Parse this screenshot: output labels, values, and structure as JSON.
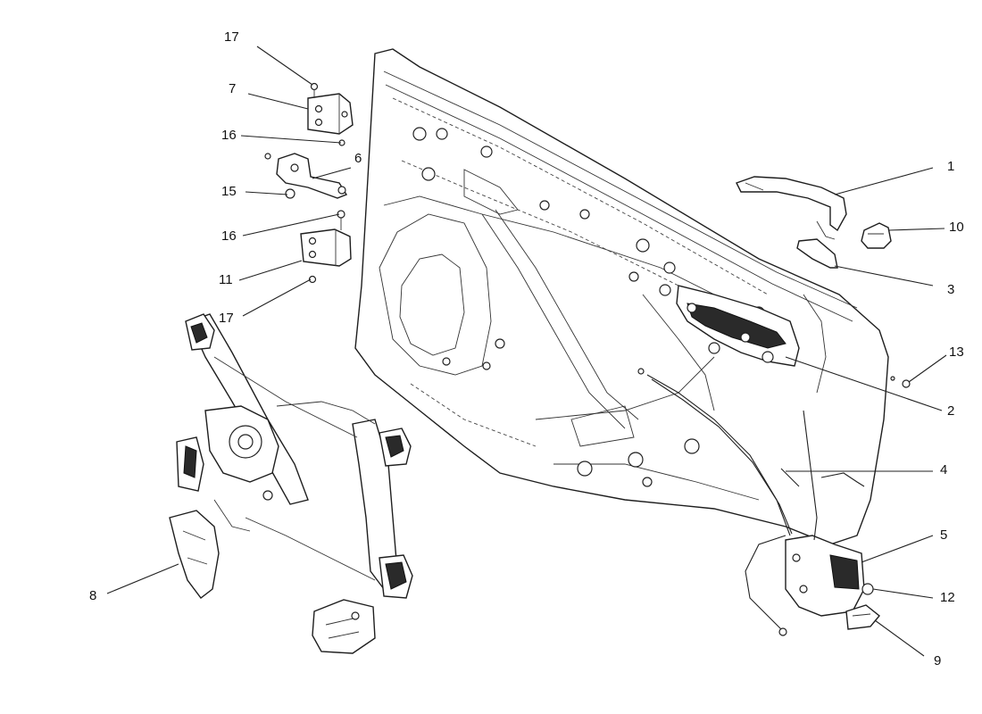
{
  "diagram": {
    "callouts": [
      {
        "id": "c17a",
        "label": "17"
      },
      {
        "id": "c7",
        "label": "7"
      },
      {
        "id": "c16a",
        "label": "16"
      },
      {
        "id": "c6",
        "label": "6"
      },
      {
        "id": "c15",
        "label": "15"
      },
      {
        "id": "c16b",
        "label": "16"
      },
      {
        "id": "c11",
        "label": "11"
      },
      {
        "id": "c17b",
        "label": "17"
      },
      {
        "id": "c1",
        "label": "1"
      },
      {
        "id": "c10",
        "label": "10"
      },
      {
        "id": "c3",
        "label": "3"
      },
      {
        "id": "c13",
        "label": "13"
      },
      {
        "id": "c2",
        "label": "2"
      },
      {
        "id": "c4",
        "label": "4"
      },
      {
        "id": "c5",
        "label": "5"
      },
      {
        "id": "c12",
        "label": "12"
      },
      {
        "id": "c9",
        "label": "9"
      },
      {
        "id": "c8",
        "label": "8"
      }
    ]
  }
}
